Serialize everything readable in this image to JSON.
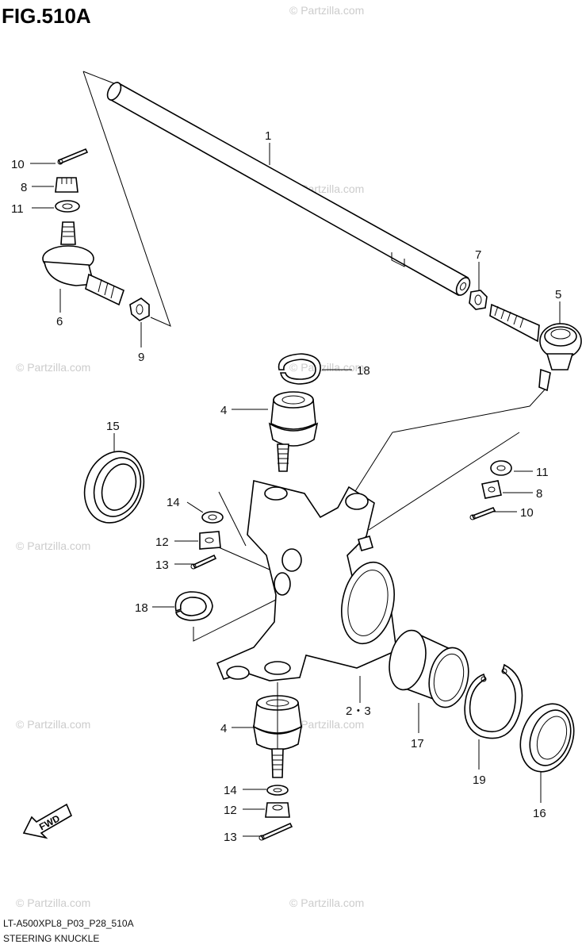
{
  "title": "FIG.510A",
  "footer": {
    "code": "LT-A500XPL8_P03_P28_510A",
    "caption": "STEERING KNUCKLE"
  },
  "watermark": "© Partzilla.com",
  "fwd_label": "FWD",
  "callouts": {
    "c1": "1",
    "c2_3": "2・3",
    "c4a": "4",
    "c4b": "4",
    "c5": "5",
    "c6": "6",
    "c7": "7",
    "c8a": "8",
    "c8b": "8",
    "c9": "9",
    "c10a": "10",
    "c10b": "10",
    "c11a": "11",
    "c11b": "11",
    "c12a": "12",
    "c12b": "12",
    "c13a": "13",
    "c13b": "13",
    "c14a": "14",
    "c14b": "14",
    "c15": "15",
    "c16": "16",
    "c17": "17",
    "c18a": "18",
    "c18b": "18",
    "c19": "19"
  },
  "colors": {
    "line": "#000000",
    "watermark": "#cccccc",
    "background": "#ffffff"
  }
}
